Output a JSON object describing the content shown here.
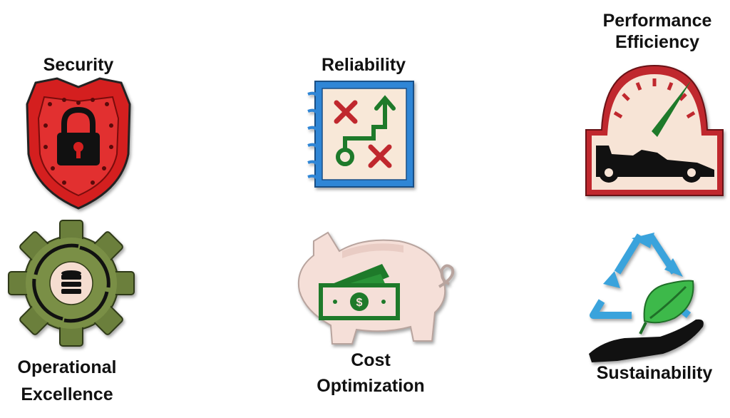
{
  "pillars": [
    {
      "label": "Security",
      "icon": "shield-lock-icon"
    },
    {
      "label": "Reliability",
      "icon": "playbook-icon"
    },
    {
      "label": "Performance Efficiency",
      "label_lines": [
        "Performance",
        "Efficiency"
      ],
      "icon": "speedometer-racecar-icon"
    },
    {
      "label": "Operational Excellence",
      "label_lines": [
        "Operational",
        "Excellence"
      ],
      "icon": "gear-cycle-database-icon"
    },
    {
      "label": "Cost Optimization",
      "label_lines": [
        "Cost",
        "Optimization"
      ],
      "icon": "piggy-bank-money-icon"
    },
    {
      "label": "Sustainability",
      "icon": "recycle-leaf-hand-icon"
    }
  ],
  "colors": {
    "security_red": "#d41f1f",
    "reliability_blue": "#2f86d6",
    "performance_red": "#c0282e",
    "gear_green": "#6b7f3c",
    "money_green": "#1e7a2a",
    "recycle_blue": "#3aa3dc",
    "leaf_green": "#3db94a"
  }
}
